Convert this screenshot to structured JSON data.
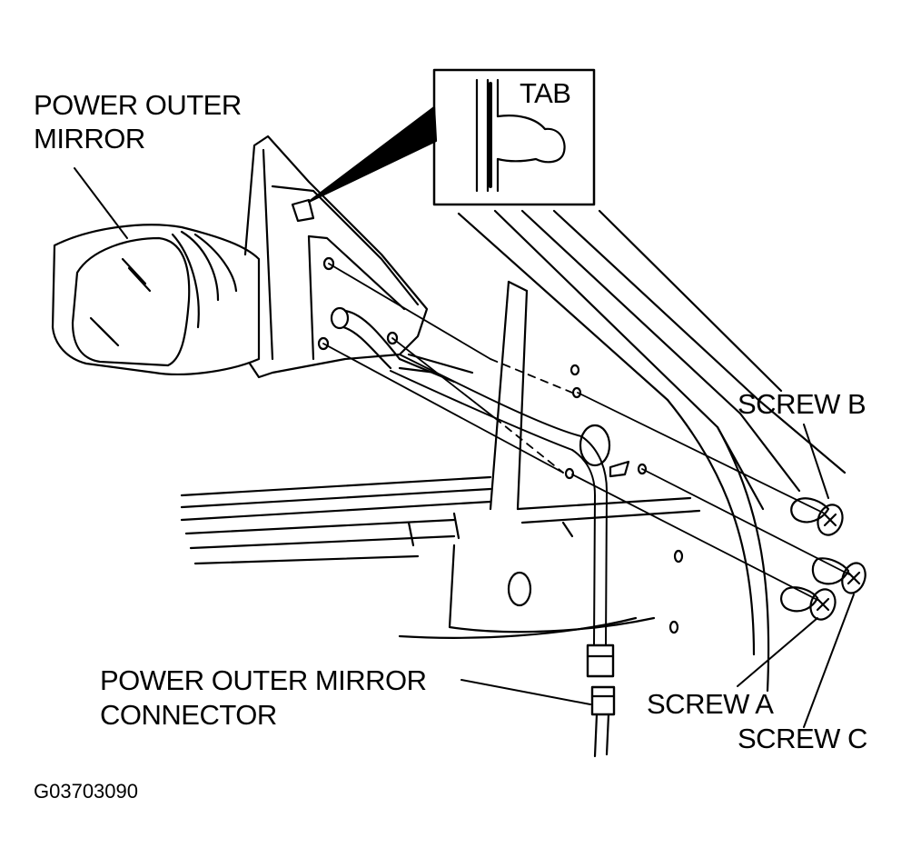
{
  "labels": {
    "mirror_line1": "POWER OUTER",
    "mirror_line2": "MIRROR",
    "tab": "TAB",
    "screw_b": "SCREW B",
    "screw_a": "SCREW A",
    "screw_c": "SCREW C",
    "connector_line1": "POWER OUTER MIRROR",
    "connector_line2": "CONNECTOR",
    "figure_code": "G03703090"
  },
  "colors": {
    "ink": "#000000",
    "paper": "#ffffff"
  }
}
